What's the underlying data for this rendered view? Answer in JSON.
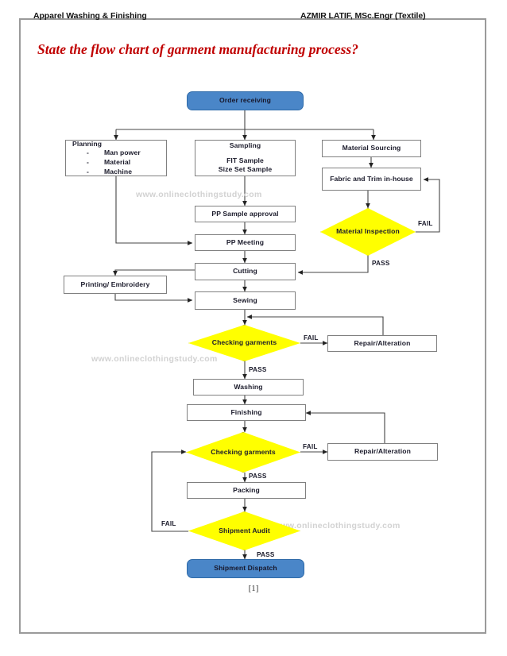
{
  "header": {
    "left": "Apparel Washing & Finishing",
    "right": "AZMIR LATIF, MSc.Engr (Textile)"
  },
  "title": "State the flow chart of garment manufacturing process?",
  "footer": "[1]",
  "colors": {
    "title_red": "#c00000",
    "terminator_blue": "#4a86c8",
    "decision_yellow": "#ffff00",
    "box_border": "#808080",
    "watermark_gray": "#d2d2d2"
  },
  "watermarks": [
    {
      "text": "www.onlineclothingstudy.com"
    },
    {
      "text": "www.onlineclothingstudy.com"
    },
    {
      "text": "www.onlineclothingstudy.com"
    }
  ],
  "flowchart": {
    "nodes": {
      "order_receiving": "Order receiving",
      "planning_title": "Planning",
      "planning_items": [
        "Man power",
        "Material",
        "Machine"
      ],
      "planning_dash": "-",
      "sampling_title": "Sampling",
      "sampling_line1": "FIT Sample",
      "sampling_line2": "Size Set Sample",
      "material_sourcing": "Material Sourcing",
      "fabric_trim": "Fabric and Trim in-house",
      "material_inspection": "Material Inspection",
      "pp_sample_approval": "PP Sample approval",
      "pp_meeting": "PP Meeting",
      "cutting": "Cutting",
      "printing_embroidery": "Printing/ Embroidery",
      "sewing": "Sewing",
      "checking_garments_1": "Checking garments",
      "repair_alteration_1": "Repair/Alteration",
      "washing": "Washing",
      "finishing": "Finishing",
      "checking_garments_2": "Checking garments",
      "repair_alteration_2": "Repair/Alteration",
      "packing": "Packing",
      "shipment_audit": "Shipment Audit",
      "shipment_dispatch": "Shipment Dispatch"
    },
    "edge_labels": {
      "material_fail": "FAIL",
      "material_pass": "PASS",
      "check1_fail": "FAIL",
      "check1_pass": "PASS",
      "check2_fail": "FAIL",
      "check2_pass": "PASS",
      "audit_fail": "FAIL",
      "audit_pass": "PASS"
    }
  }
}
